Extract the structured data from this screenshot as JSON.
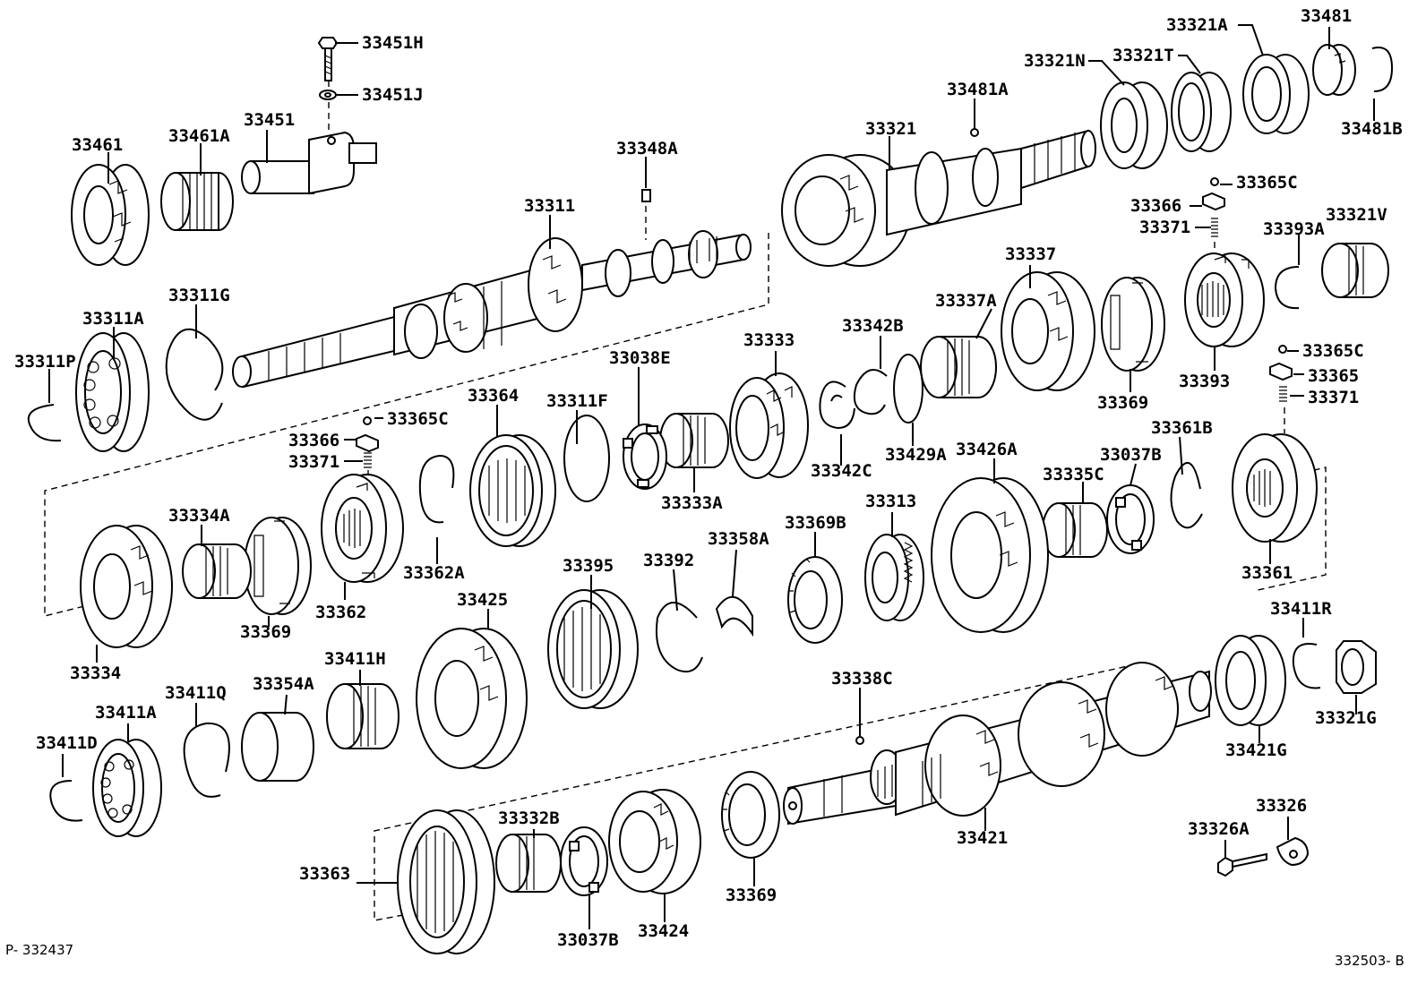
{
  "diagram": {
    "reference_left": "P- 332437",
    "reference_right": "332503- B",
    "parts": {
      "p33451H": "33451H",
      "p33451J": "33451J",
      "p33461": "33461",
      "p33461A": "33461A",
      "p33451": "33451",
      "p33311": "33311",
      "p33348A": "33348A",
      "p33311A": "33311A",
      "p33311G": "33311G",
      "p33311P": "33311P",
      "p33321": "33321",
      "p33321N": "33321N",
      "p33321T": "33321T",
      "p33321A": "33321A",
      "p33481": "33481",
      "p33481A": "33481A",
      "p33481B": "33481B",
      "p33365C_1": "33365C",
      "p33366_1": "33366",
      "p33371_1": "33371",
      "p33393A": "33393A",
      "p33321V": "33321V",
      "p33337": "33337",
      "p33337A": "33337A",
      "p33342B": "33342B",
      "p33333": "33333",
      "p33038E": "33038E",
      "p33311F": "33311F",
      "p33364": "33364",
      "p33365C_2": "33365C",
      "p33366_2": "33366",
      "p33371_2": "33371",
      "p33365C_3": "33365C",
      "p33365": "33365",
      "p33371_3": "33371",
      "p33369_1": "33369",
      "p33393": "33393",
      "p33342C": "33342C",
      "p33429A": "33429A",
      "p33333A": "33333A",
      "p33426A": "33426A",
      "p33335C": "33335C",
      "p33037B_1": "33037B",
      "p33361B": "33361B",
      "p33313": "33313",
      "p33369B": "33369B",
      "p33358A": "33358A",
      "p33392": "33392",
      "p33395": "33395",
      "p33361": "33361",
      "p33334A": "33334A",
      "p33362": "33362",
      "p33362A": "33362A",
      "p33369_2": "33369",
      "p33334": "33334",
      "p33425": "33425",
      "p33411H": "33411H",
      "p33354A": "33354A",
      "p33411Q": "33411Q",
      "p33411A": "33411A",
      "p33411D": "33411D",
      "p33338C": "33338C",
      "p33411R": "33411R",
      "p33321G": "33321G",
      "p33421G": "33421G",
      "p33421": "33421",
      "p33326": "33326",
      "p33326A": "33326A",
      "p33332B": "33332B",
      "p33363": "33363",
      "p33037B_2": "33037B",
      "p33424": "33424",
      "p33369_3": "33369"
    }
  }
}
